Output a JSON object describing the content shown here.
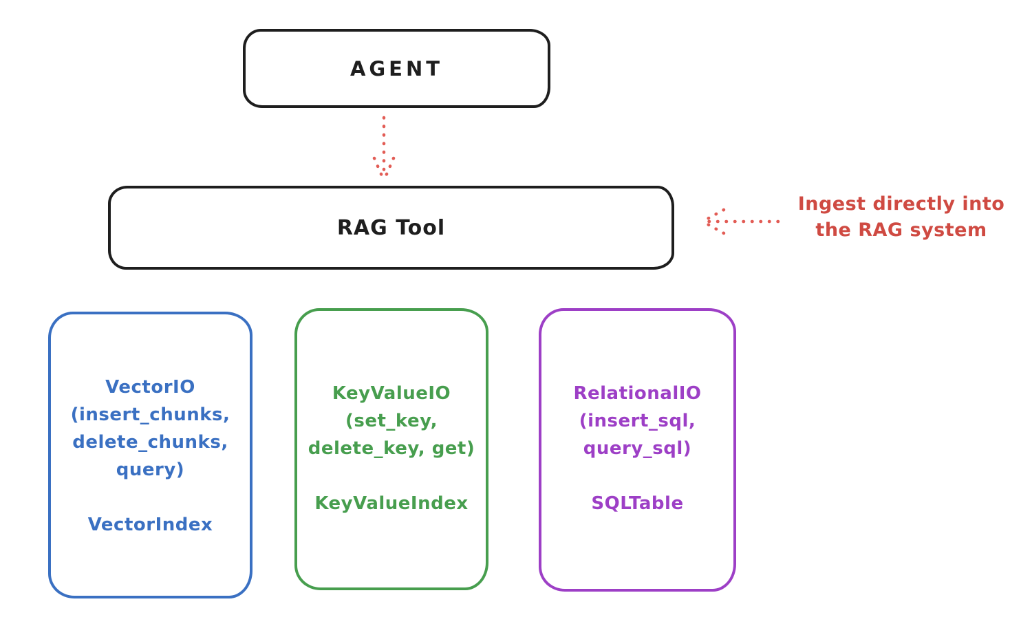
{
  "diagram": {
    "agent_box": {
      "label": "AGENT"
    },
    "rag_tool_box": {
      "label": "RAG Tool"
    },
    "ingest_annotation": {
      "line1": "Ingest directly into",
      "line2": "the RAG system"
    },
    "storage_boxes": [
      {
        "name": "vector-io",
        "lines": [
          "VectorIO",
          "(insert_chunks,",
          "delete_chunks,",
          "query)"
        ],
        "index_label": "VectorIndex"
      },
      {
        "name": "key-value-io",
        "lines": [
          "KeyValueIO",
          "(set_key,",
          "delete_key, get)"
        ],
        "index_label": "KeyValueIndex"
      },
      {
        "name": "relational-io",
        "lines": [
          "RelationalIO",
          "(insert_sql,",
          "query_sql)"
        ],
        "index_label": "SQLTable"
      }
    ],
    "colors": {
      "ink": "#1e1e1e",
      "annotation_red": "#cf4a42",
      "arrow_red": "#e25c55",
      "vector_blue": "#3a70c2",
      "keyvalue_green": "#479e4e",
      "relational_purple": "#9d3fc6"
    }
  }
}
